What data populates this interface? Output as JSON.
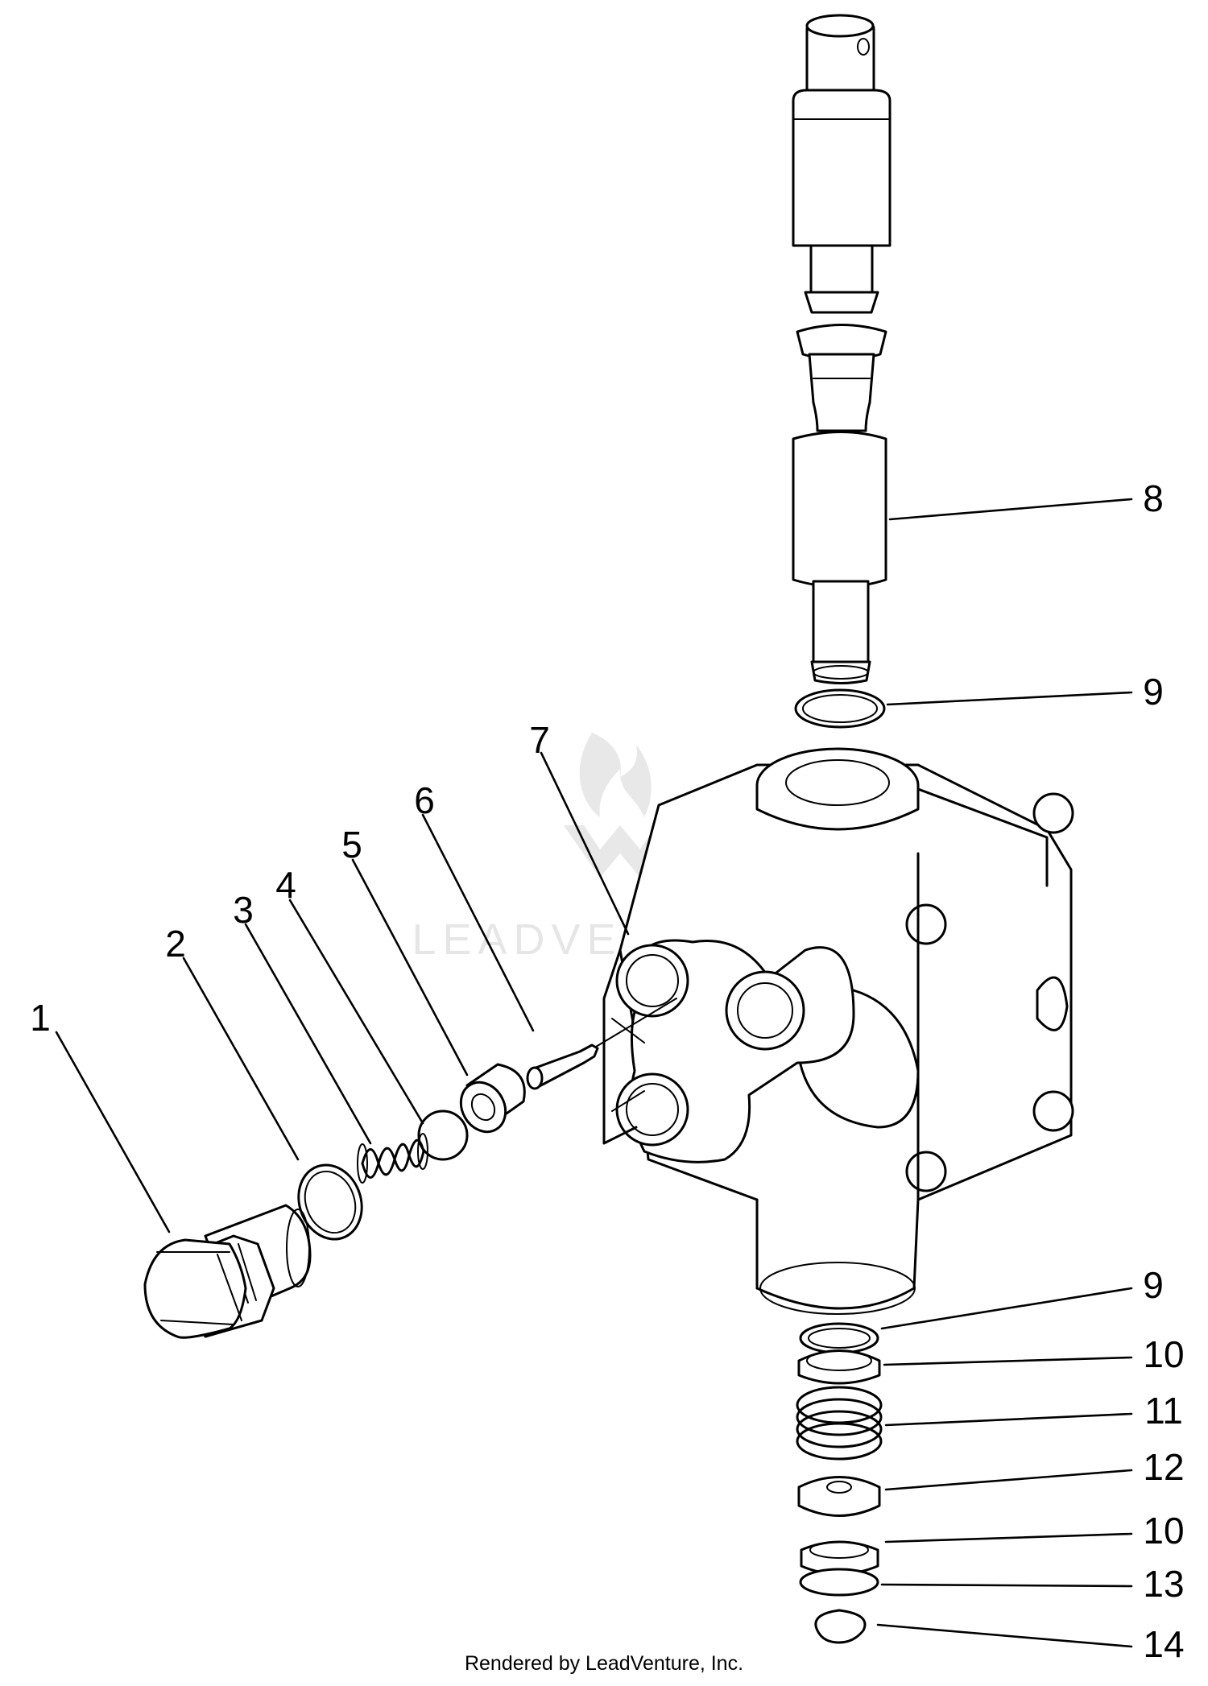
{
  "diagram": {
    "callouts": [
      {
        "id": "c1",
        "label": "1"
      },
      {
        "id": "c2",
        "label": "2"
      },
      {
        "id": "c3",
        "label": "3"
      },
      {
        "id": "c4",
        "label": "4"
      },
      {
        "id": "c5",
        "label": "5"
      },
      {
        "id": "c6",
        "label": "6"
      },
      {
        "id": "c7",
        "label": "7"
      },
      {
        "id": "c8",
        "label": "8"
      },
      {
        "id": "c9a",
        "label": "9"
      },
      {
        "id": "c9b",
        "label": "9"
      },
      {
        "id": "c10a",
        "label": "10"
      },
      {
        "id": "c11",
        "label": "11"
      },
      {
        "id": "c12",
        "label": "12"
      },
      {
        "id": "c10b",
        "label": "10"
      },
      {
        "id": "c13",
        "label": "13"
      },
      {
        "id": "c14",
        "label": "14"
      }
    ],
    "footer_text": "Rendered by LeadVenture, Inc.",
    "watermark_text": "LEADVENTURE"
  }
}
